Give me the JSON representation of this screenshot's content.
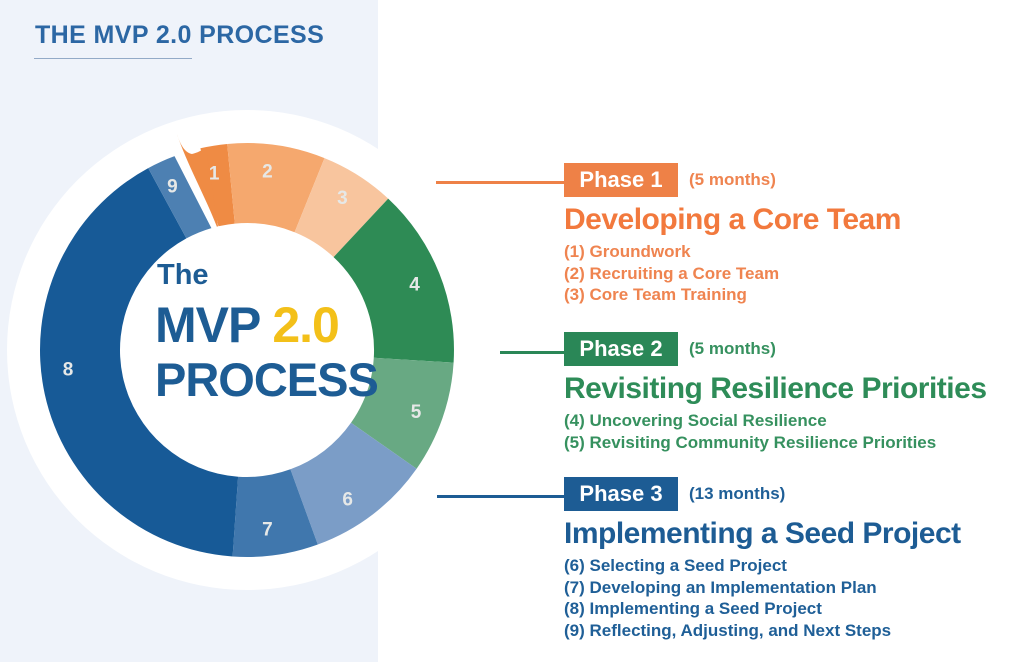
{
  "title": {
    "text": "THE MVP 2.0 PROCESS"
  },
  "wheel": {
    "line1": "The",
    "line2_main": "MVP",
    "line2_accent": "2.0",
    "line3": "PROCESS"
  },
  "phases": [
    {
      "badge_label": "Phase 1",
      "duration": "(5 months)",
      "heading": "Developing a Core Team",
      "accent_color": "#ee8147",
      "heading_color": "#f2793d",
      "item_color": "#ef8450",
      "items": [
        "(1) Groundwork",
        "(2) Recruiting a Core Team",
        "(3) Core Team Training"
      ]
    },
    {
      "badge_label": "Phase 2",
      "duration": "(5 months)",
      "heading": "Revisiting Resilience Priorities",
      "accent_color": "#2a8757",
      "heading_color": "#2e8c58",
      "item_color": "#36915f",
      "items": [
        "(4) Uncovering Social Resilience",
        "(5) Revisiting Community Resilience Priorities"
      ]
    },
    {
      "badge_label": "Phase 3",
      "duration": "(13 months)",
      "heading": "Implementing a Seed Project",
      "accent_color": "#1d5c94",
      "heading_color": "#1d5c94",
      "item_color": "#1f5f97",
      "items": [
        "(6) Selecting a Seed Project",
        "(7) Developing an Implementation Plan",
        "(8) Implementing a Seed Project",
        "(9) Reflecting, Adjusting, and Next Steps"
      ]
    }
  ],
  "chart_data": {
    "type": "pie",
    "subtype": "donut-process-wheel",
    "title": "The MVP 2.0 Process",
    "label_color": "#e6e8e7",
    "legend_position": "right",
    "segments": [
      {
        "label": "1",
        "phase": "Phase 1",
        "color": "#ef8b44",
        "start_angle": -13,
        "end_angle": -5.5,
        "label_angle": -10.5,
        "ribbon_start": true
      },
      {
        "label": "2",
        "phase": "Phase 1",
        "color": "#f5a86e",
        "start_angle": -5.5,
        "end_angle": 22,
        "label_angle": 6.5
      },
      {
        "label": "3",
        "phase": "Phase 1",
        "color": "#f8c59e",
        "start_angle": 22,
        "end_angle": 43,
        "label_angle": 32
      },
      {
        "label": "4",
        "phase": "Phase 2",
        "color": "#2e8b55",
        "start_angle": 43,
        "end_angle": 93.5,
        "label_angle": 68.5
      },
      {
        "label": "5",
        "phase": "Phase 2",
        "color": "#68a983",
        "start_angle": 93.5,
        "end_angle": 125,
        "label_angle": 110
      },
      {
        "label": "6",
        "phase": "Phase 3",
        "color": "#7b9dc7",
        "start_angle": 125,
        "end_angle": 160,
        "label_angle": 146
      },
      {
        "label": "7",
        "phase": "Phase 3",
        "color": "#4077ad",
        "start_angle": 160,
        "end_angle": 184,
        "label_angle": 173.5
      },
      {
        "label": "8",
        "phase": "Phase 3",
        "color": "#175a97",
        "start_angle": 184,
        "end_angle": 331.5,
        "label_angle": 264
      },
      {
        "label": "9",
        "phase": "Phase 3",
        "color": "#4d80b2",
        "start_angle": 331.5,
        "end_angle": 343.7,
        "label_angle": 335.5,
        "notched_end": true
      }
    ]
  },
  "colors": {
    "panel_bg": "#eff3fa",
    "page_bg": "#ffffff",
    "title_color": "#2c67a4",
    "underline_color": "#93aac7",
    "wheel_text_blue": "#1d5c94",
    "wheel_text_yellow": "#f3c019"
  }
}
